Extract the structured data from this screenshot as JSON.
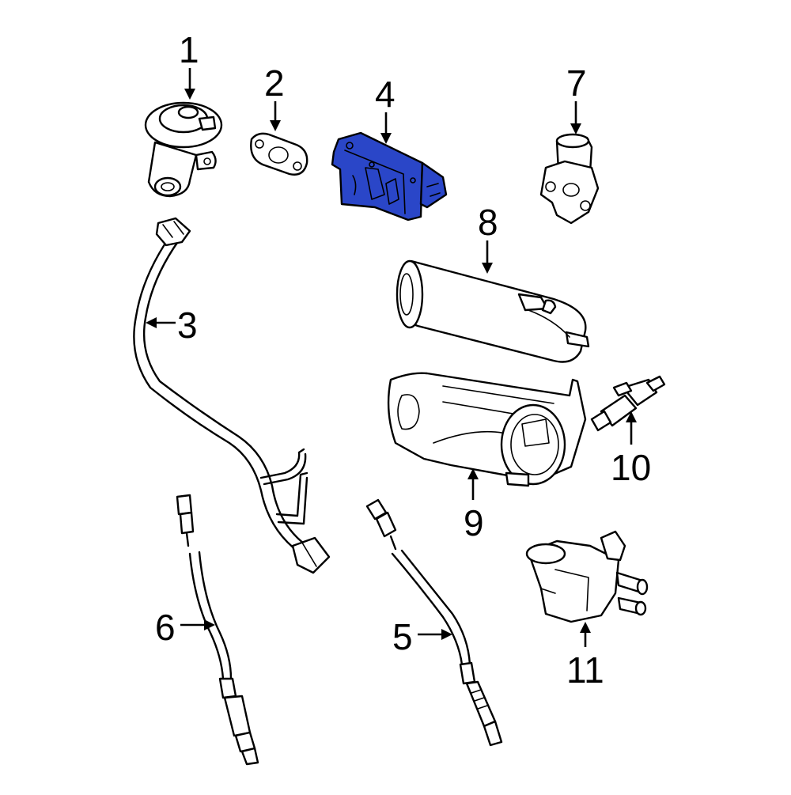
{
  "callouts": [
    {
      "id": "1",
      "label": "1"
    },
    {
      "id": "2",
      "label": "2"
    },
    {
      "id": "3",
      "label": "3"
    },
    {
      "id": "4",
      "label": "4"
    },
    {
      "id": "5",
      "label": "5"
    },
    {
      "id": "6",
      "label": "6"
    },
    {
      "id": "7",
      "label": "7"
    },
    {
      "id": "8",
      "label": "8"
    },
    {
      "id": "9",
      "label": "9"
    },
    {
      "id": "10",
      "label": "10"
    },
    {
      "id": "11",
      "label": "11"
    }
  ],
  "highlight_color": "#2a46c8",
  "line_color": "#000000",
  "background_color": "#ffffff"
}
